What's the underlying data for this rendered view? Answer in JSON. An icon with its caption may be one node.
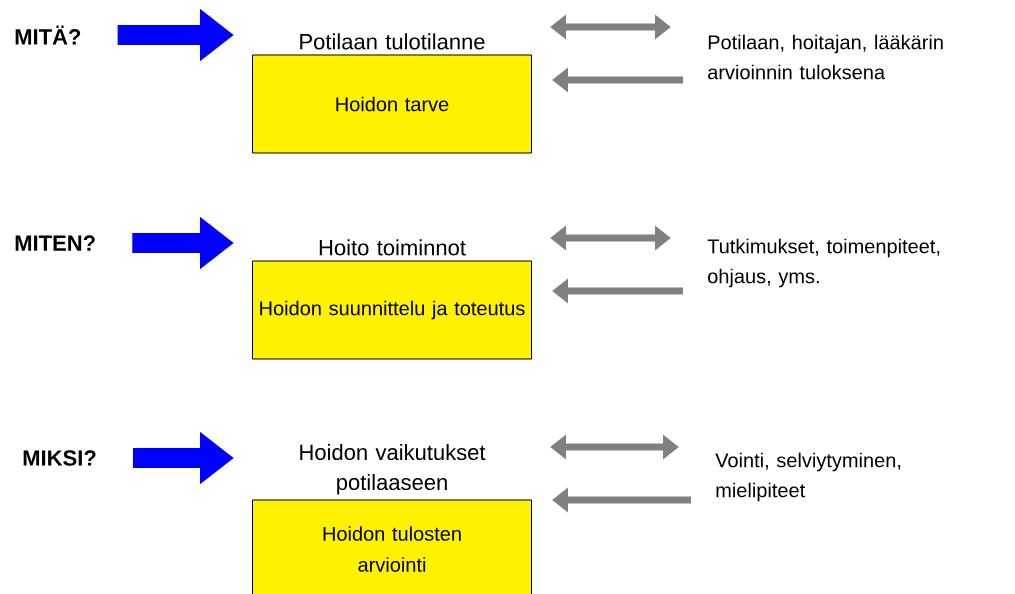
{
  "diagram": {
    "nodes": [
      {
        "text": [
          "MITÄ?"
        ]
      },
      {
        "text": [
          "Potilaan tulotilanne",
          "Hoidon tarve"
        ]
      },
      {
        "text": [
          "Potilaan, hoitajan, lääkärin arvioinnin tuloksena"
        ]
      },
      {
        "text": [
          "MITEN?"
        ]
      },
      {
        "text": [
          "Hoito toiminnot",
          "Hoidon suunnittelu ja toteutus"
        ]
      },
      {
        "text": [
          "Tutkimukset, toimenpiteet, ohjaus, yms."
        ]
      },
      {
        "text": [
          "MIKSI?"
        ]
      },
      {
        "text": [
          "Hoidon vaikutukset potilaaseen",
          "Hoidon tulosten arviointi"
        ]
      },
      {
        "text": [
          "Vointi, selviytyminen, mielipiteet"
        ]
      }
    ],
    "edges": [
      {
        "from": 0,
        "to": 1,
        "arrow": "to",
        "style": "thick",
        "color": "#0000ff"
      },
      {
        "from": 1,
        "to": 2,
        "arrow": "both"
      },
      {
        "from": 2,
        "to": 1,
        "arrow": "to"
      },
      {
        "from": 3,
        "to": 4,
        "arrow": "to",
        "style": "thick",
        "color": "#0000ff"
      },
      {
        "from": 4,
        "to": 5,
        "arrow": "both"
      },
      {
        "from": 5,
        "to": 4,
        "arrow": "to"
      },
      {
        "from": 6,
        "to": 7,
        "arrow": "to",
        "style": "thick",
        "color": "#0000ff"
      },
      {
        "from": 7,
        "to": 8,
        "arrow": "both"
      },
      {
        "from": 8,
        "to": 7,
        "arrow": "to"
      }
    ]
  }
}
